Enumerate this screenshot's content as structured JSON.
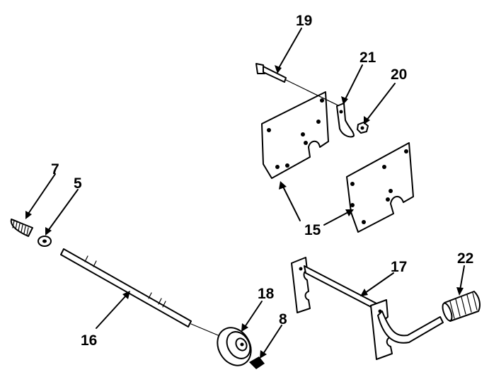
{
  "callouts": {
    "p5": "5",
    "p7": "7",
    "p8": "8",
    "p15": "15",
    "p16": "16",
    "p17": "17",
    "p18": "18",
    "p19": "19",
    "p20": "20",
    "p21": "21",
    "p22": "22"
  },
  "colors": {
    "ink": "#000000",
    "paper": "#ffffff"
  }
}
